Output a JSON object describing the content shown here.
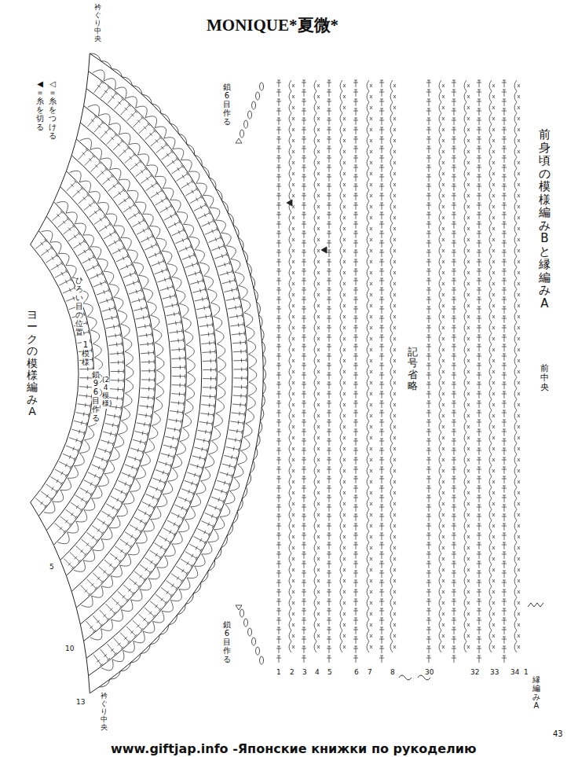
{
  "diagram": {
    "title": "MONIQUE*夏微*",
    "labels": [
      "衿ぐり中央",
      "鎖6目作る",
      "ひろい目の位置",
      "1模様",
      "鎖96目作る",
      "(24模様)",
      "ヨークの模様編みA",
      "5",
      "10",
      "13",
      "衿ぐり中央",
      "鎖6目作る",
      "前身頃の模様編みBと縁編みA",
      "記号省略",
      "前中央",
      "1",
      "2",
      "3",
      "4",
      "5",
      "6",
      "7",
      "8",
      "30",
      "32",
      "33",
      "34",
      "1",
      "縁編みA",
      "43",
      "www.giftjap.info -Японские книжки по рукоделию"
    ],
    "legend": [
      {
        "text": "◁＝糸をつける"
      },
      {
        "text": "◀＝糸を切る"
      }
    ]
  }
}
